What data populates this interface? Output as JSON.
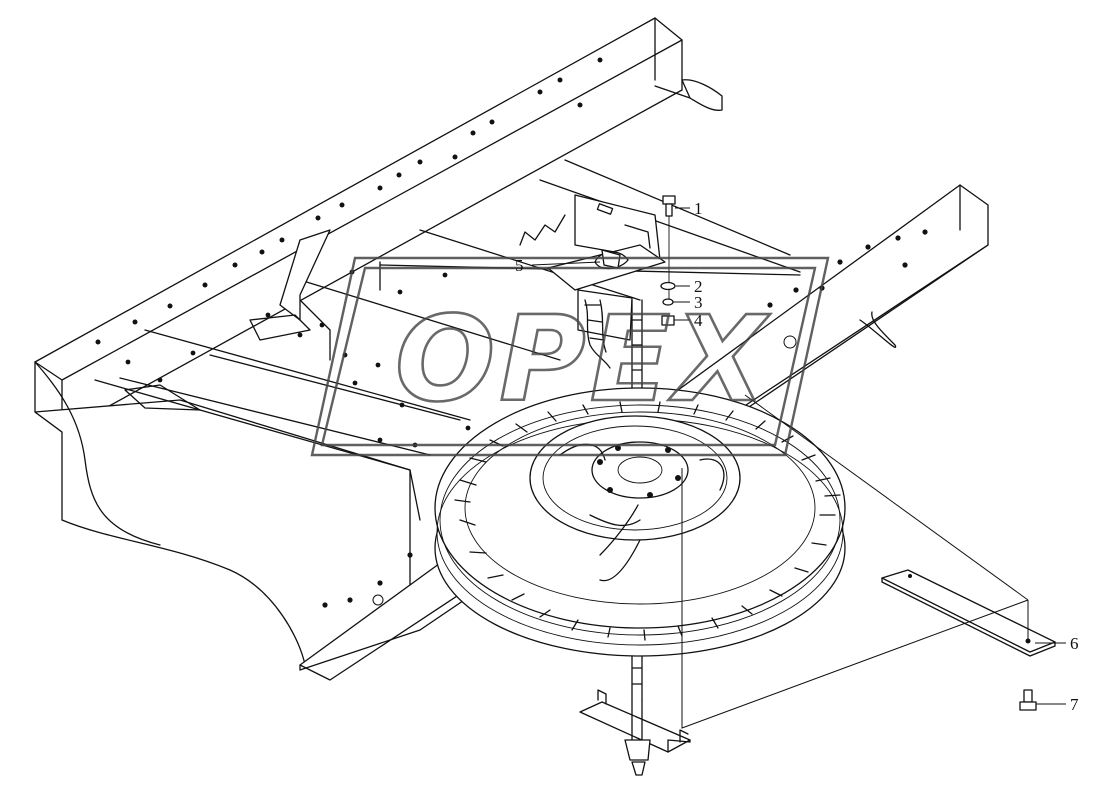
{
  "watermark": {
    "text": "OPEX"
  },
  "callouts": [
    {
      "id": "1",
      "label": "1"
    },
    {
      "id": "2",
      "label": "2"
    },
    {
      "id": "3",
      "label": "3"
    },
    {
      "id": "4",
      "label": "4"
    },
    {
      "id": "5",
      "label": "5"
    },
    {
      "id": "6",
      "label": "6"
    },
    {
      "id": "7",
      "label": "7"
    }
  ]
}
